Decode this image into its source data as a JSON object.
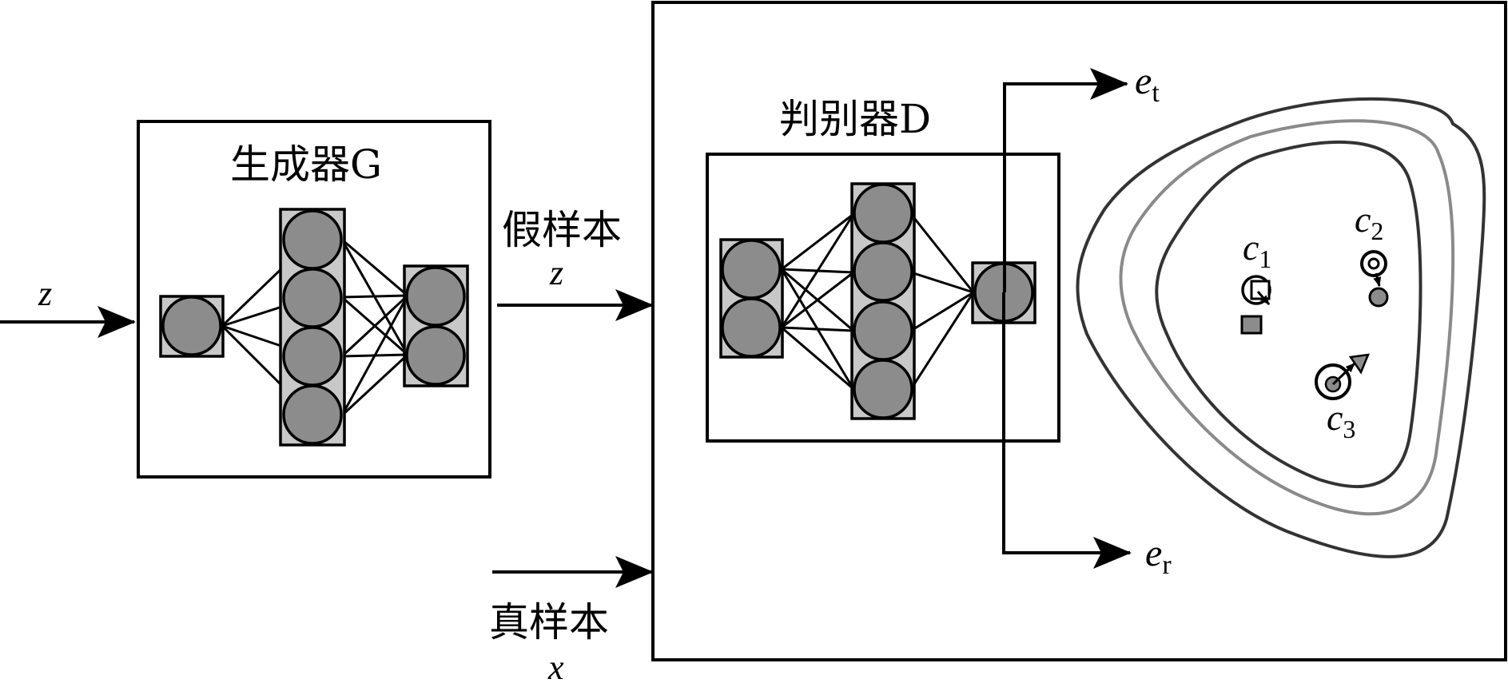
{
  "generator": {
    "title": "生成器G",
    "input_label": "z",
    "layers": [
      1,
      4,
      2
    ]
  },
  "fake_sample": {
    "label": "假样本",
    "var": "z"
  },
  "real_sample": {
    "label": "真样本",
    "var": "x"
  },
  "discriminator": {
    "title": "判别器D",
    "layers": [
      2,
      4,
      1
    ]
  },
  "outputs": {
    "top": {
      "base": "e",
      "sub": "t"
    },
    "bottom": {
      "base": "e",
      "sub": "r"
    }
  },
  "clusters": [
    {
      "base": "c",
      "sub": "1"
    },
    {
      "base": "c",
      "sub": "2"
    },
    {
      "base": "c",
      "sub": "3"
    }
  ],
  "colors": {
    "node_fill": "#8c8c8c",
    "panel_fill": "#c8c8c8",
    "contour_outer": "#333333",
    "contour_middle": "#8a8a8a",
    "contour_inner": "#333333"
  }
}
